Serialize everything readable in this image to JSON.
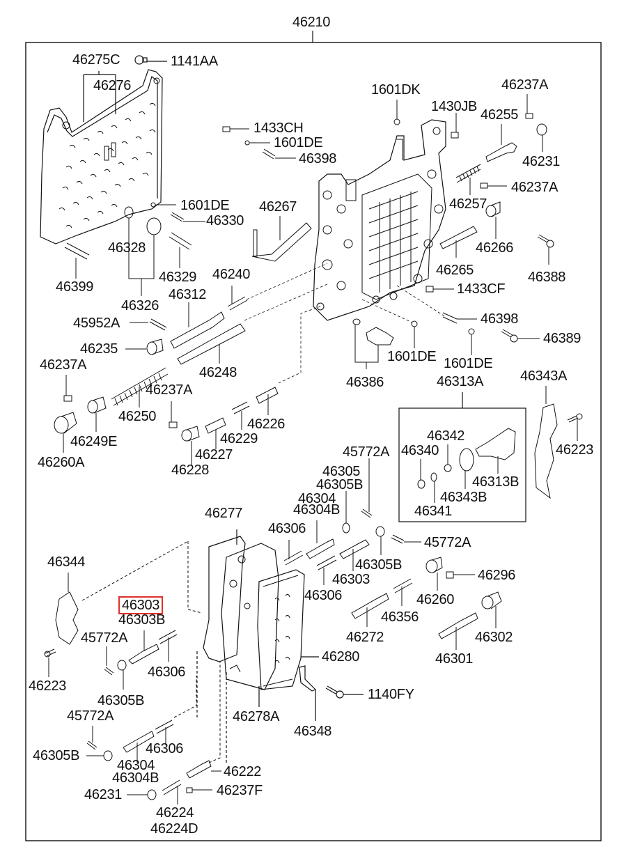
{
  "diagram": {
    "title": "46210",
    "highlight_color": "#e0302a",
    "highlighted_part": "46303",
    "labels": [
      {
        "id": "l-46210",
        "text": "46210"
      },
      {
        "id": "l-46275C",
        "text": "46275C"
      },
      {
        "id": "l-1141AA",
        "text": "1141AA"
      },
      {
        "id": "l-46276",
        "text": "46276"
      },
      {
        "id": "l-1601DK",
        "text": "1601DK"
      },
      {
        "id": "l-46237A-1",
        "text": "46237A"
      },
      {
        "id": "l-1430JB",
        "text": "1430JB"
      },
      {
        "id": "l-46255",
        "text": "46255"
      },
      {
        "id": "l-1433CH",
        "text": "1433CH"
      },
      {
        "id": "l-1601DE-1",
        "text": "1601DE"
      },
      {
        "id": "l-46398-1",
        "text": "46398"
      },
      {
        "id": "l-46231-1",
        "text": "46231"
      },
      {
        "id": "l-46237A-2",
        "text": "46237A"
      },
      {
        "id": "l-46257",
        "text": "46257"
      },
      {
        "id": "l-1601DE-2",
        "text": "1601DE"
      },
      {
        "id": "l-46330",
        "text": "46330"
      },
      {
        "id": "l-46267",
        "text": "46267"
      },
      {
        "id": "l-46266",
        "text": "46266"
      },
      {
        "id": "l-46328",
        "text": "46328"
      },
      {
        "id": "l-46329",
        "text": "46329"
      },
      {
        "id": "l-46399",
        "text": "46399"
      },
      {
        "id": "l-46240",
        "text": "46240"
      },
      {
        "id": "l-46265",
        "text": "46265"
      },
      {
        "id": "l-46388",
        "text": "46388"
      },
      {
        "id": "l-46326",
        "text": "46326"
      },
      {
        "id": "l-46312",
        "text": "46312"
      },
      {
        "id": "l-1433CF",
        "text": "1433CF"
      },
      {
        "id": "l-45952A",
        "text": "45952A"
      },
      {
        "id": "l-46398-2",
        "text": "46398"
      },
      {
        "id": "l-46235",
        "text": "46235"
      },
      {
        "id": "l-46389",
        "text": "46389"
      },
      {
        "id": "l-1601DE-3",
        "text": "1601DE"
      },
      {
        "id": "l-46237A-3",
        "text": "46237A"
      },
      {
        "id": "l-46248",
        "text": "46248"
      },
      {
        "id": "l-1601DE-4",
        "text": "1601DE"
      },
      {
        "id": "l-46386",
        "text": "46386"
      },
      {
        "id": "l-46313A",
        "text": "46313A"
      },
      {
        "id": "l-46343A",
        "text": "46343A"
      },
      {
        "id": "l-46237A-4",
        "text": "46237A"
      },
      {
        "id": "l-46250",
        "text": "46250"
      },
      {
        "id": "l-46226",
        "text": "46226"
      },
      {
        "id": "l-46249E",
        "text": "46249E"
      },
      {
        "id": "l-46229",
        "text": "46229"
      },
      {
        "id": "l-46342",
        "text": "46342"
      },
      {
        "id": "l-46223-1",
        "text": "46223"
      },
      {
        "id": "l-46340",
        "text": "46340"
      },
      {
        "id": "l-46227",
        "text": "46227"
      },
      {
        "id": "l-46260A",
        "text": "46260A"
      },
      {
        "id": "l-46228",
        "text": "46228"
      },
      {
        "id": "l-45772A-1",
        "text": "45772A"
      },
      {
        "id": "l-46313B",
        "text": "46313B"
      },
      {
        "id": "l-46305",
        "text": "46305"
      },
      {
        "id": "l-46305B-1",
        "text": "46305B"
      },
      {
        "id": "l-46343B",
        "text": "46343B"
      },
      {
        "id": "l-46304-1",
        "text": "46304"
      },
      {
        "id": "l-46304B-1",
        "text": "46304B"
      },
      {
        "id": "l-46341",
        "text": "46341"
      },
      {
        "id": "l-46277",
        "text": "46277"
      },
      {
        "id": "l-46306-1",
        "text": "46306"
      },
      {
        "id": "l-45772A-2",
        "text": "45772A"
      },
      {
        "id": "l-46344",
        "text": "46344"
      },
      {
        "id": "l-46305B-2",
        "text": "46305B"
      },
      {
        "id": "l-46296",
        "text": "46296"
      },
      {
        "id": "l-46303-1",
        "text": "46303"
      },
      {
        "id": "l-46306-2",
        "text": "46306"
      },
      {
        "id": "l-46260",
        "text": "46260"
      },
      {
        "id": "l-46303-hl",
        "text": "46303"
      },
      {
        "id": "l-46303B",
        "text": "46303B"
      },
      {
        "id": "l-46356",
        "text": "46356"
      },
      {
        "id": "l-45772A-3",
        "text": "45772A"
      },
      {
        "id": "l-46272",
        "text": "46272"
      },
      {
        "id": "l-46302",
        "text": "46302"
      },
      {
        "id": "l-46280",
        "text": "46280"
      },
      {
        "id": "l-46306-3",
        "text": "46306"
      },
      {
        "id": "l-46301",
        "text": "46301"
      },
      {
        "id": "l-46223-2",
        "text": "46223"
      },
      {
        "id": "l-1140FY",
        "text": "1140FY"
      },
      {
        "id": "l-46305B-3",
        "text": "46305B"
      },
      {
        "id": "l-46278A",
        "text": "46278A"
      },
      {
        "id": "l-45772A-4",
        "text": "45772A"
      },
      {
        "id": "l-46348",
        "text": "46348"
      },
      {
        "id": "l-46306-4",
        "text": "46306"
      },
      {
        "id": "l-46305B-4",
        "text": "46305B"
      },
      {
        "id": "l-46304-2",
        "text": "46304"
      },
      {
        "id": "l-46304B-2",
        "text": "46304B"
      },
      {
        "id": "l-46222",
        "text": "46222"
      },
      {
        "id": "l-46231-2",
        "text": "46231"
      },
      {
        "id": "l-46237F",
        "text": "46237F"
      },
      {
        "id": "l-46224",
        "text": "46224"
      },
      {
        "id": "l-46224D",
        "text": "46224D"
      }
    ]
  }
}
